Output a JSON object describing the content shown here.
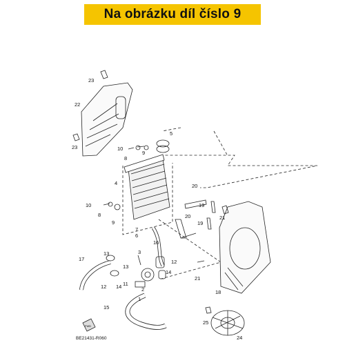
{
  "header": {
    "title": "Na obrázku díl číslo 9"
  },
  "diagram": {
    "reference_code": "BE21431-R060",
    "stamp_text": "FWD",
    "callouts": [
      "23",
      "22",
      "23",
      "10",
      "8",
      "9",
      "5",
      "4",
      "10",
      "8",
      "9",
      "7",
      "6",
      "20",
      "19",
      "19",
      "20",
      "21",
      "3",
      "16",
      "13",
      "17",
      "12",
      "14",
      "11",
      "12",
      "2",
      "1",
      "13",
      "14",
      "15",
      "21",
      "18",
      "25",
      "24"
    ]
  }
}
